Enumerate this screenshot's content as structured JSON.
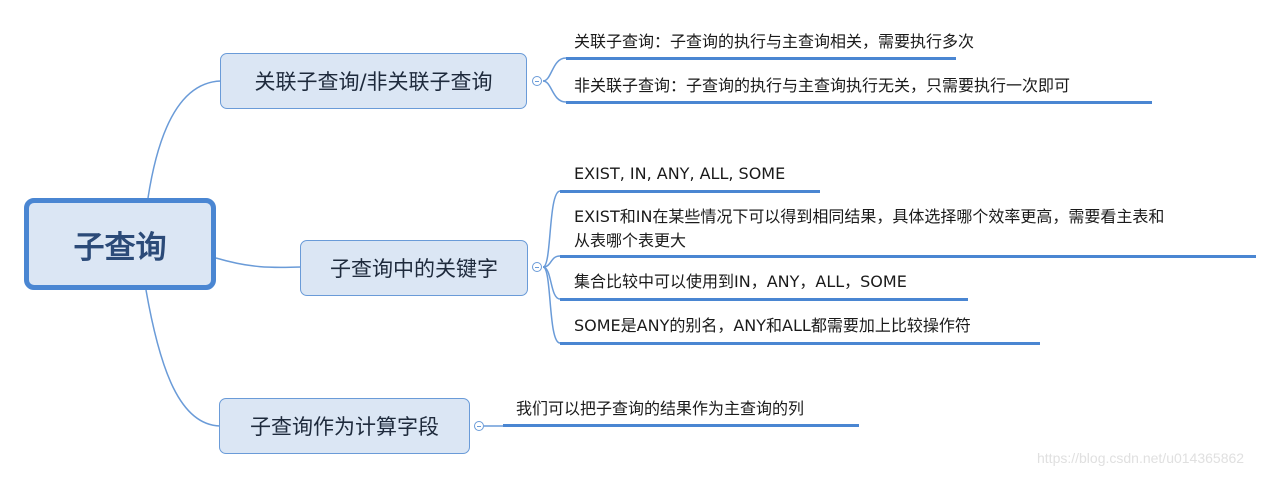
{
  "mindmap": {
    "root": {
      "label": "子查询"
    },
    "branches": [
      {
        "label": "关联子查询/非关联子查询",
        "children": [
          {
            "label": "关联子查询：子查询的执行与主查询相关，需要执行多次"
          },
          {
            "label": "非关联子查询：子查询的执行与主查询执行无关，只需要执行一次即可"
          }
        ]
      },
      {
        "label": "子查询中的关键字",
        "children": [
          {
            "label": "EXIST, IN, ANY, ALL, SOME"
          },
          {
            "label_line1": "EXIST和IN在某些情况下可以得到相同结果，具体选择哪个效率更高，需要看主表和",
            "label_line2": "从表哪个表更大"
          },
          {
            "label": "集合比较中可以使用到IN，ANY，ALL，SOME"
          },
          {
            "label": "SOME是ANY的别名，ANY和ALL都需要加上比较操作符"
          }
        ]
      },
      {
        "label": "子查询作为计算字段",
        "children": [
          {
            "label": "我们可以把子查询的结果作为主查询的列"
          }
        ]
      }
    ]
  },
  "colors": {
    "accent": "#4a86d2",
    "node_fill": "#dbe6f4",
    "connector": "#6a9bd8"
  },
  "watermark": "https://blog.csdn.net/u014365862"
}
